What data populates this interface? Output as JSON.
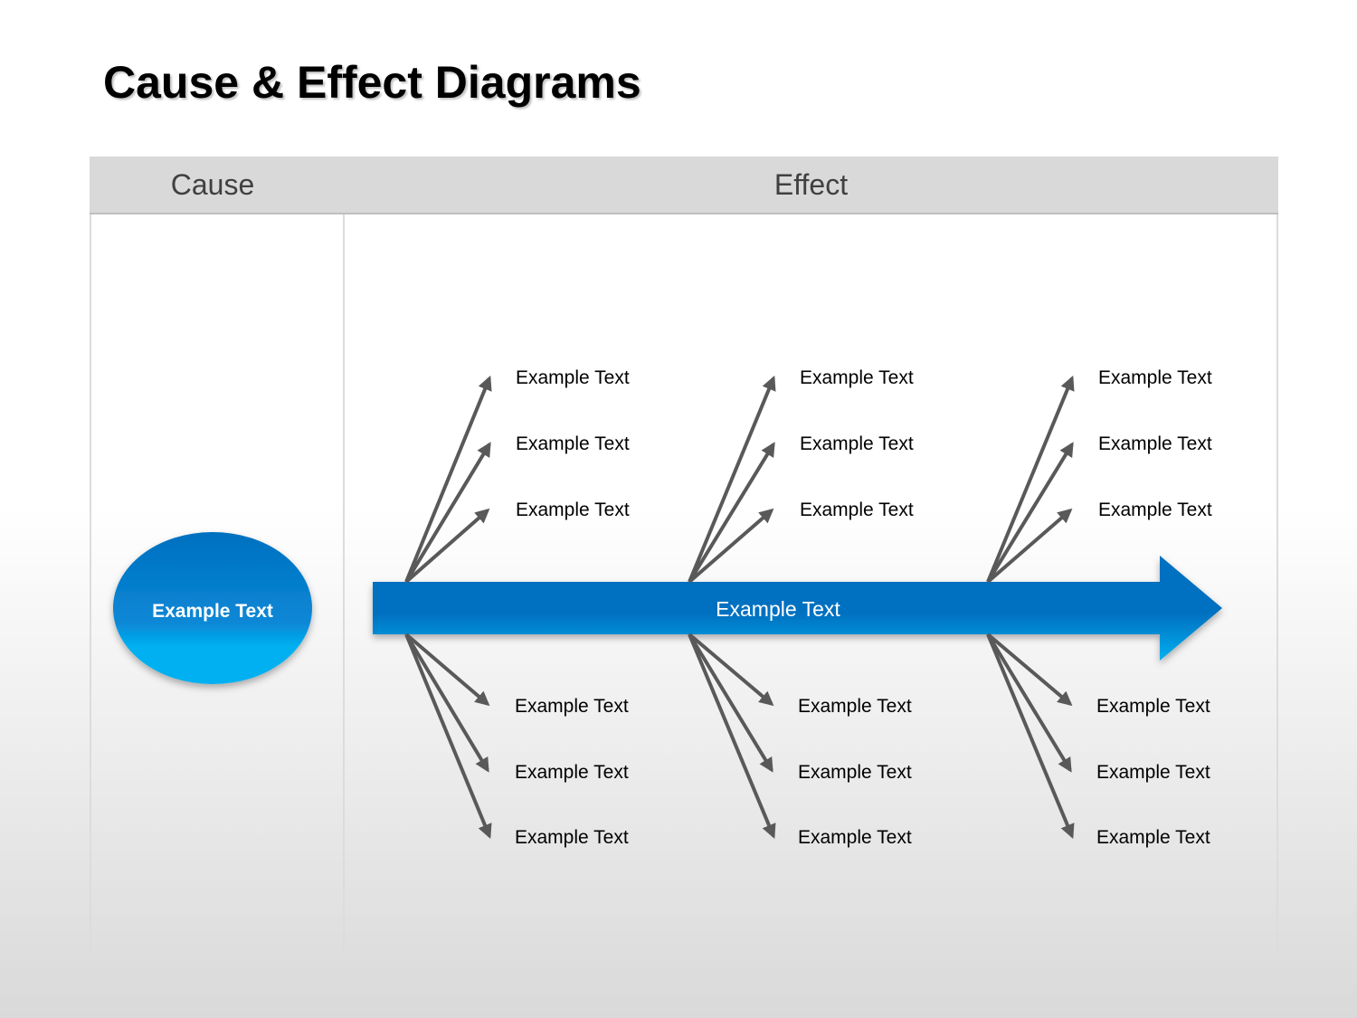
{
  "title": "Cause & Effect Diagrams",
  "header": {
    "cause": "Cause",
    "effect": "Effect"
  },
  "cause_node": {
    "label": "Example Text"
  },
  "spine": {
    "label": "Example Text"
  },
  "branches": [
    {
      "top": [
        "Example Text",
        "Example Text",
        "Example Text"
      ],
      "bottom": [
        "Example Text",
        "Example Text",
        "Example Text"
      ]
    },
    {
      "top": [
        "Example Text",
        "Example Text",
        "Example Text"
      ],
      "bottom": [
        "Example Text",
        "Example Text",
        "Example Text"
      ]
    },
    {
      "top": [
        "Example Text",
        "Example Text",
        "Example Text"
      ],
      "bottom": [
        "Example Text",
        "Example Text",
        "Example Text"
      ]
    }
  ],
  "colors": {
    "accent_dark": "#0070C0",
    "accent_light": "#00B0F0",
    "line": "#595959"
  }
}
